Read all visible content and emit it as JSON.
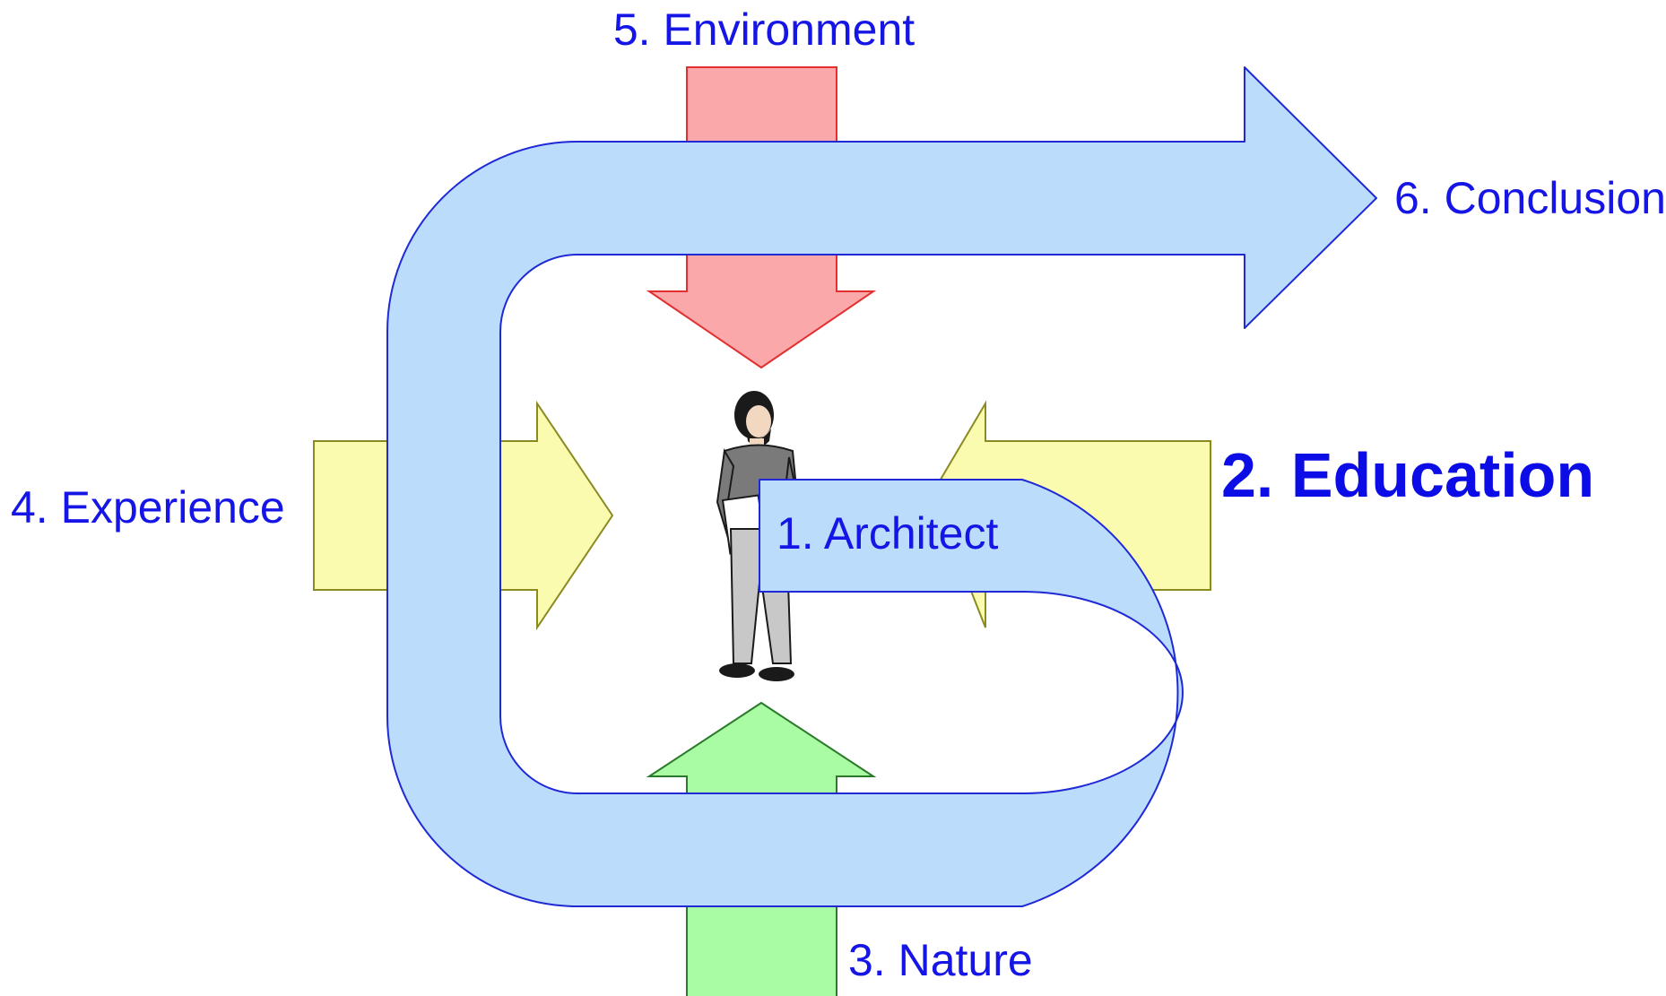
{
  "labels": {
    "architect": "1. Architect",
    "education": "2. Education",
    "nature": "3. Nature",
    "experience": "4. Experience",
    "environment": "5. Environment",
    "conclusion": "6. Conclusion"
  },
  "colors": {
    "label_text": "#1515e6",
    "education_text": "#0c0ce6",
    "flow_fill": "#bbdcfb",
    "flow_stroke": "#1f2ad6",
    "environment_fill": "#fba8ab",
    "environment_stroke": "#e23030",
    "nature_fill": "#a9fba4",
    "nature_stroke": "#2a7a2a",
    "experience_fill": "#fbfbb0",
    "experience_stroke": "#8a8a20"
  }
}
